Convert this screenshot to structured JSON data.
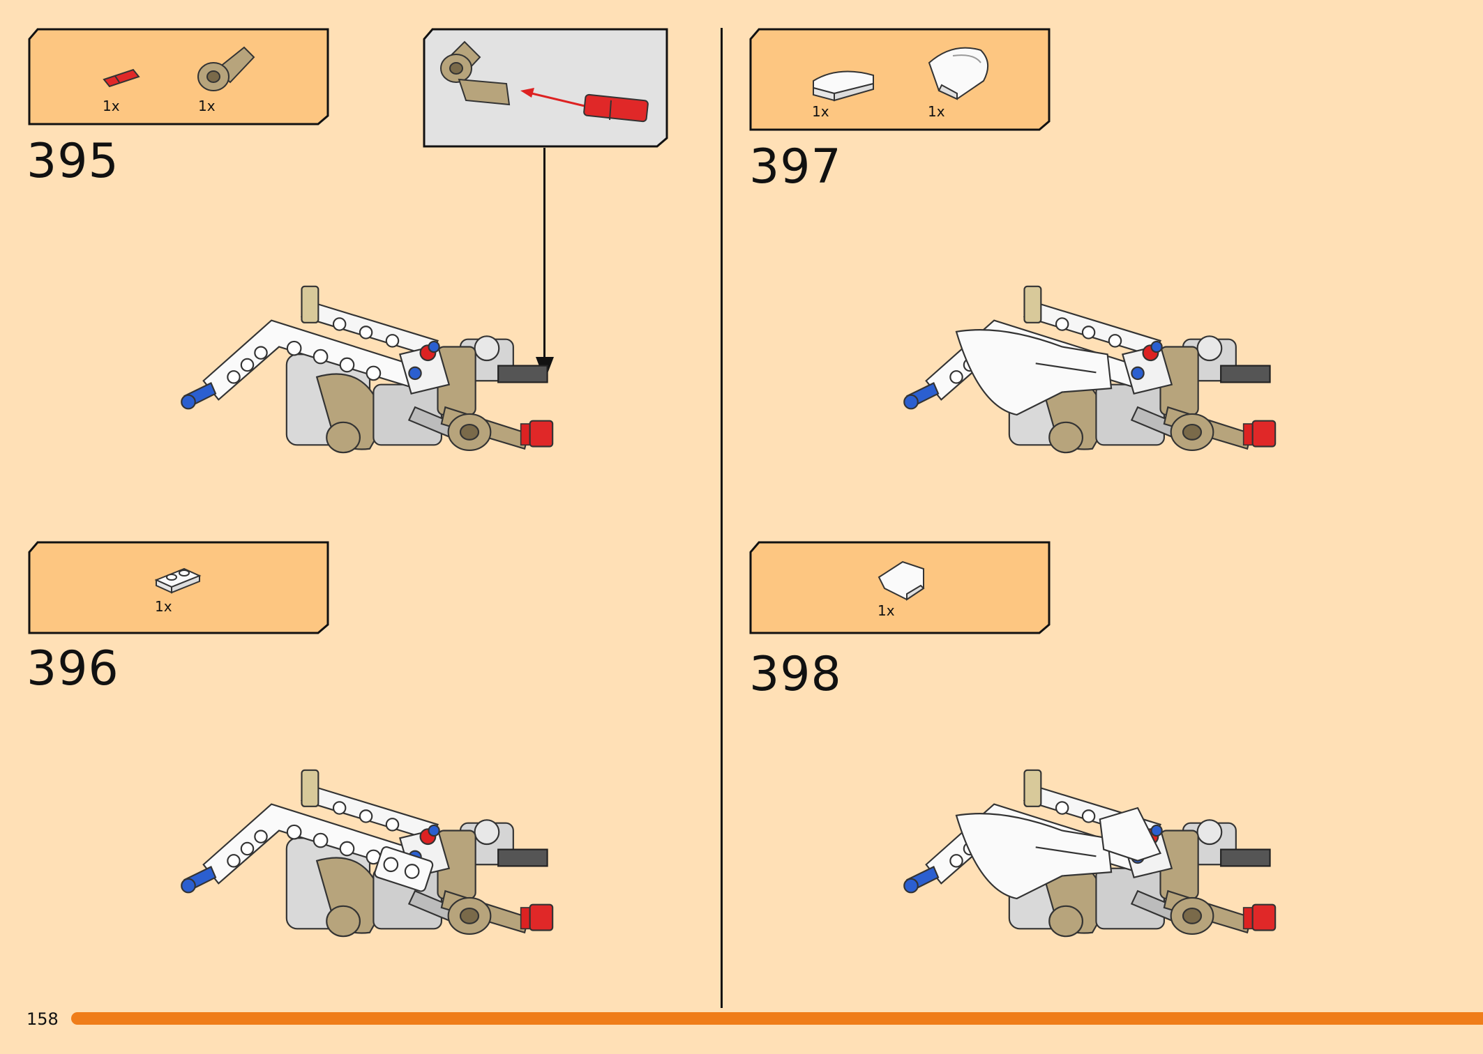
{
  "page_number": "158",
  "colors": {
    "background": "#ffe0b6",
    "parts_box": "#fdc681",
    "callout": "#e2e2e2",
    "progress_bar": "#ef7d1a"
  },
  "steps": [
    {
      "number": "395",
      "parts": [
        {
          "icon": "red-axle-connector-icon",
          "qty": "1x"
        },
        {
          "icon": "tan-angled-connector-icon",
          "qty": "1x"
        }
      ],
      "has_callout": true
    },
    {
      "number": "396",
      "parts": [
        {
          "icon": "white-plate-1x2-icon",
          "qty": "1x"
        }
      ]
    },
    {
      "number": "397",
      "parts": [
        {
          "icon": "white-curved-slope-icon",
          "qty": "1x"
        },
        {
          "icon": "white-rounded-wedge-icon",
          "qty": "1x"
        }
      ]
    },
    {
      "number": "398",
      "parts": [
        {
          "icon": "white-wedge-plate-icon",
          "qty": "1x"
        }
      ]
    }
  ]
}
